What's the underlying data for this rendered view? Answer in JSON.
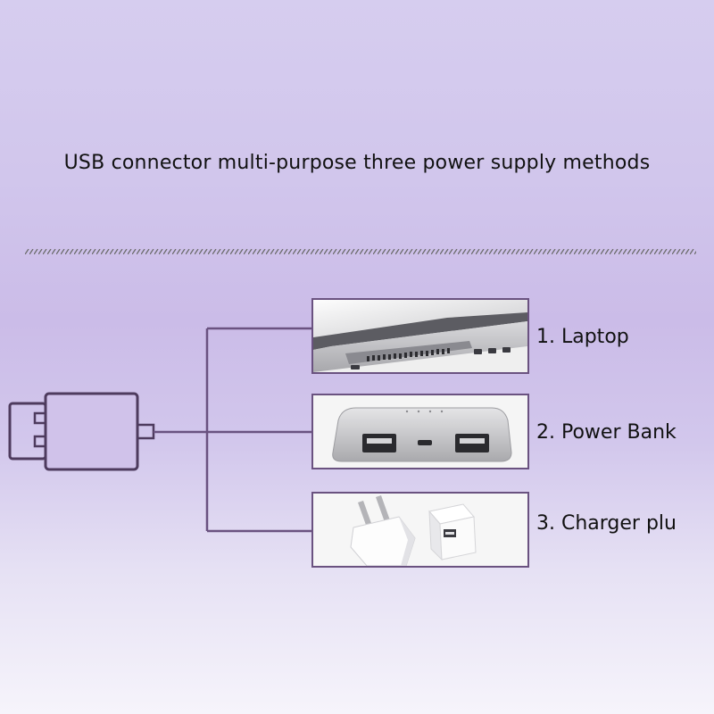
{
  "title": "USB connector multi-purpose three power supply methods",
  "options": [
    {
      "label": "1. Laptop",
      "icon": "laptop-icon"
    },
    {
      "label": "2. Power Bank",
      "icon": "power-bank-icon"
    },
    {
      "label": "3. Charger plu",
      "icon": "charger-plug-icon"
    }
  ],
  "colors": {
    "line": "#6a5280",
    "background_top": "#d6cdef",
    "background_bottom": "#f6f4fb"
  }
}
